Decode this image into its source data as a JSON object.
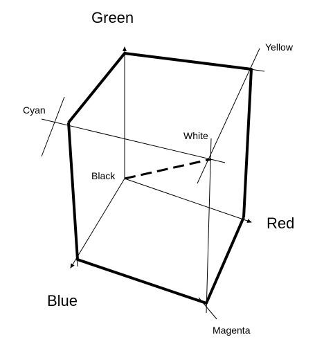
{
  "axes": {
    "green": "Green",
    "red": "Red",
    "blue": "Blue"
  },
  "corners": {
    "yellow": "Yellow",
    "cyan": "Cyan",
    "white": "White",
    "black": "Black",
    "magenta": "Magenta"
  },
  "colors": {
    "stroke": "#000000",
    "background": "#ffffff"
  }
}
